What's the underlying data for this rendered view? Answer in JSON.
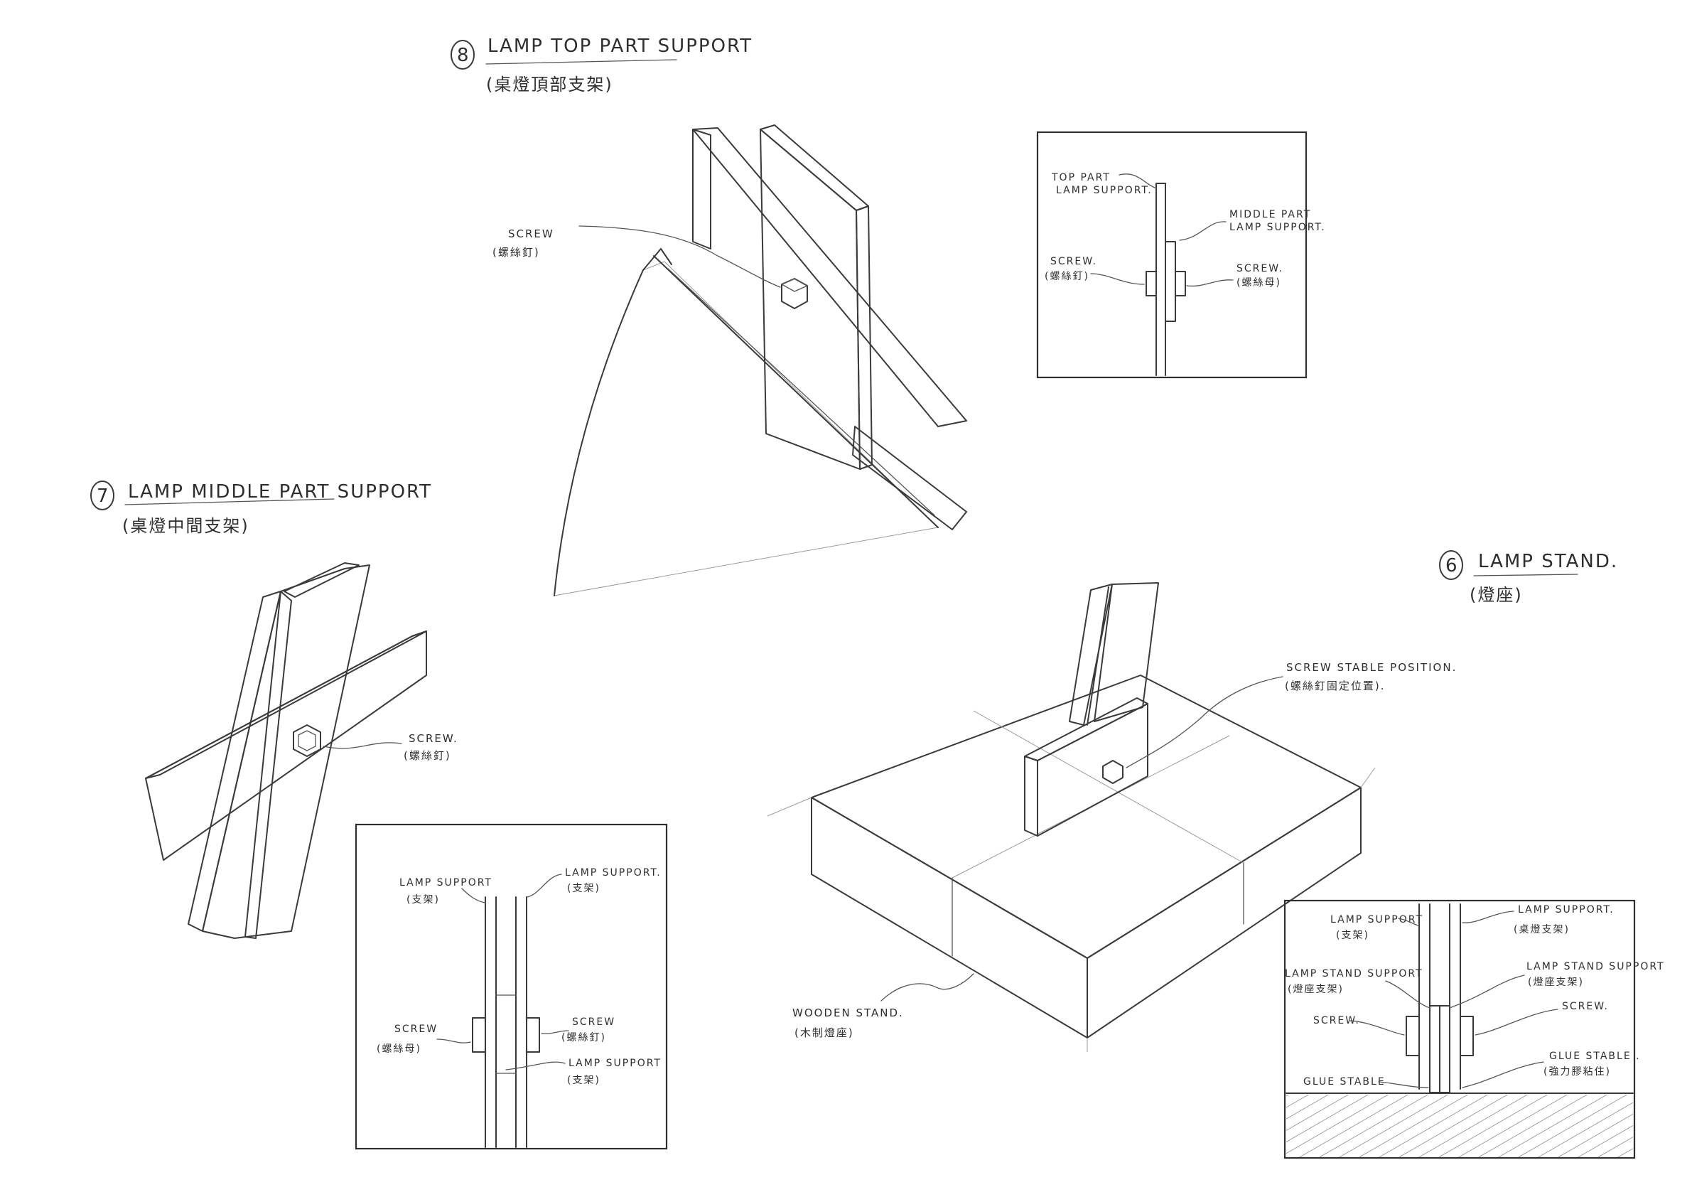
{
  "sections": {
    "top_support": {
      "number": "8",
      "title": "LAMP TOP PART SUPPORT",
      "subtitle": "(桌燈頂部支架)",
      "screw_label": "SCREW",
      "screw_sub": "(螺絲釘)"
    },
    "top_detail": {
      "top_part": "TOP PART",
      "top_part2": "LAMP SUPPORT.",
      "middle_part": "MIDDLE PART",
      "middle_part2": "LAMP SUPPORT.",
      "screw_left": "SCREW.",
      "screw_left_sub": "(螺絲釘)",
      "screw_right": "SCREW.",
      "screw_right_sub": "(螺絲母)"
    },
    "middle_support": {
      "number": "7",
      "title": "LAMP MIDDLE PART SUPPORT",
      "subtitle": "(桌燈中間支架)",
      "screw_label": "SCREW.",
      "screw_sub": "(螺絲釘)"
    },
    "middle_detail": {
      "support_left": "LAMP SUPPORT",
      "support_left_sub": "(支架)",
      "support_right": "LAMP SUPPORT.",
      "support_right_sub": "(支架)",
      "screw_left": "SCREW",
      "screw_left_sub": "(螺絲母)",
      "screw_right": "SCREW",
      "screw_right_sub": "(螺絲釘)",
      "support_bottom": "LAMP SUPPORT",
      "support_bottom_sub": "(支架)"
    },
    "stand": {
      "number": "6",
      "title": "LAMP STAND.",
      "subtitle": "(燈座)",
      "screw_position": "SCREW STABLE POSITION.",
      "screw_position_sub": "(螺絲釘固定位置).",
      "wooden_stand": "WOODEN STAND.",
      "wooden_stand_sub": "(木制燈座)"
    },
    "stand_detail": {
      "support_left": "LAMP SUPPORT",
      "support_left_sub": "(支架)",
      "support_right": "LAMP SUPPORT.",
      "support_right_sub": "(桌燈支架)",
      "stand_support_left": "LAMP STAND SUPPORT",
      "stand_support_left_sub": "(燈座支架)",
      "stand_support_right": "LAMP STAND SUPPORT",
      "stand_support_right_sub": "(燈座支架)",
      "screw_left": "SCREW.",
      "screw_right": "SCREW.",
      "glue_left": "GLUE STABLE",
      "glue_right": "GLUE STABLE .",
      "glue_right_sub": "(強力膠粘住)"
    }
  }
}
